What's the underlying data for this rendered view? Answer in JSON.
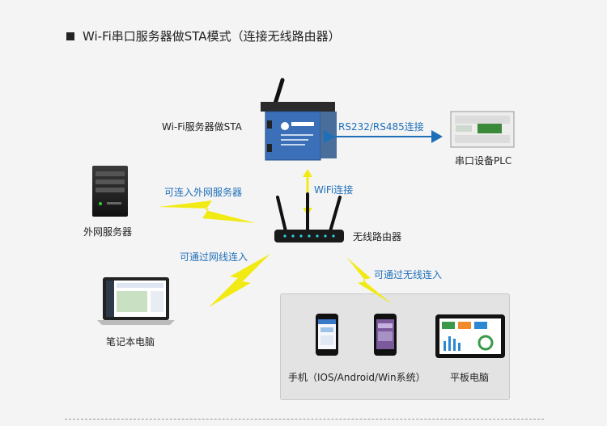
{
  "title": "Wi-Fi串口服务器做STA模式（连接无线路由器）",
  "nodes": {
    "server_device": "Wi-Fi服务器做STA",
    "plc": "串口设备PLC",
    "external_server": "外网服务器",
    "router": "无线路由器",
    "laptop": "笔记本电脑",
    "phone": "手机（IOS/Android/Win系统）",
    "tablet": "平板电脑"
  },
  "links": {
    "serial": "RS232/RS485连接",
    "wifi": "WiFi连接",
    "external": "可连入外网服务器",
    "laptop": "可通过网线连入",
    "wireless": "可通过无线连入"
  },
  "colors": {
    "accent_blue": "#1f6fb8",
    "bolt_yellow": "#f2ea14",
    "router_led": "#2fd3e6"
  }
}
